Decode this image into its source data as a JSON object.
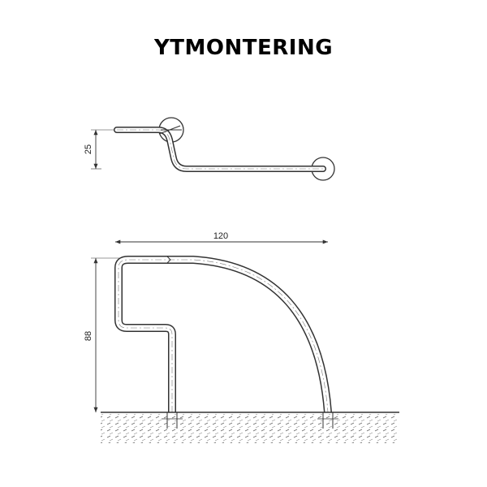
{
  "title": "YTMONTERING",
  "dimensions": {
    "height_top": "25",
    "width": "120",
    "height_main": "88"
  },
  "colors": {
    "line": "#333333",
    "background": "#ffffff"
  }
}
